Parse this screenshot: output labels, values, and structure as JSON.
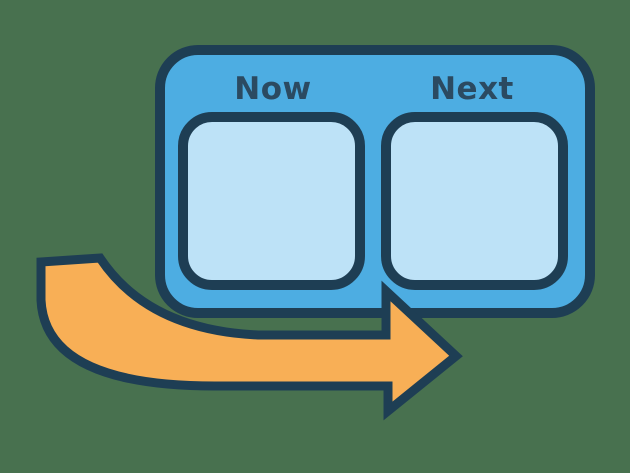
{
  "scene": {
    "background_color": "#48714F",
    "board": {
      "fill_color": "#4DADE2",
      "outline_color": "#1E3E54",
      "label_color": "#2B4A61",
      "panel_fill_color": "#BDE2F7",
      "columns": [
        {
          "label": "Now"
        },
        {
          "label": "Next"
        }
      ]
    },
    "arrow": {
      "fill_color": "#F8AF56",
      "outline_color": "#1E3E54",
      "direction": "right"
    }
  }
}
